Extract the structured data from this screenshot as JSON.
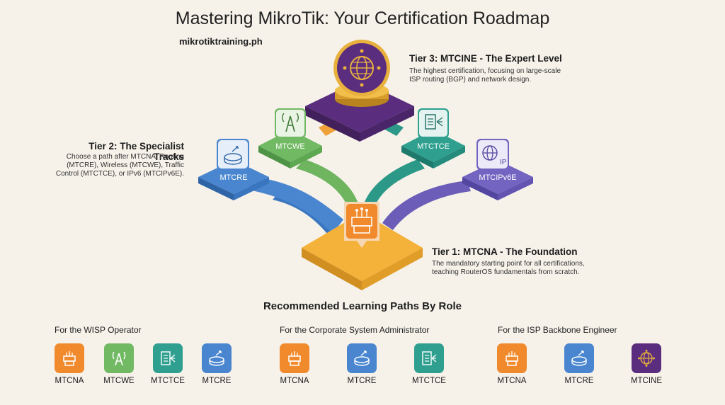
{
  "title": "Mastering MikroTik: Your Certification Roadmap",
  "site": "mikrotiktraining.ph",
  "tiers": {
    "tier3": {
      "heading": "Tier 3: MTCINE - The Expert Level",
      "desc": "The highest certification, focusing on large-scale ISP routing (BGP) and network design."
    },
    "tier2": {
      "heading": "Tier 2: The Specialist Tracks",
      "desc": "Choose a path after MTCNA: Routing (MTCRE), Wireless (MTCWE), Traffic Control (MTCTCE), or IPv6 (MTCIPv6E)."
    },
    "tier1": {
      "heading": "Tier 1: MTCNA - The Foundation",
      "desc": "The mandatory starting point for all certifications, teaching RouterOS fundamentals from scratch."
    }
  },
  "platforms": {
    "mtcre": "MTCRE",
    "mtcwe": "MTCWE",
    "mtctce": "MTCTCE",
    "mtcipv6e": "MTCIPv6E"
  },
  "recommended": {
    "title": "Recommended Learning Paths By Role",
    "roles": [
      {
        "title": "For the WISP Operator",
        "items": [
          "MTCNA",
          "MTCWE",
          "MTCTCE",
          "MTCRE"
        ]
      },
      {
        "title": "For the Corporate System Administrator",
        "items": [
          "MTCNA",
          "MTCRE",
          "MTCTCE"
        ]
      },
      {
        "title": "For the ISP Backbone Engineer",
        "items": [
          "MTCNA",
          "MTCRE",
          "MTCINE"
        ]
      }
    ]
  },
  "colors": {
    "mtcna": "#f08a2c",
    "mtcna_platform": "#f4b23a",
    "mtcwe": "#72b964",
    "mtctce": "#2fa08f",
    "mtcre": "#4a86cf",
    "mtcipv6e": "#7264c0",
    "mtcine": "#5b2d7e",
    "gold": "#e3ad3a"
  }
}
